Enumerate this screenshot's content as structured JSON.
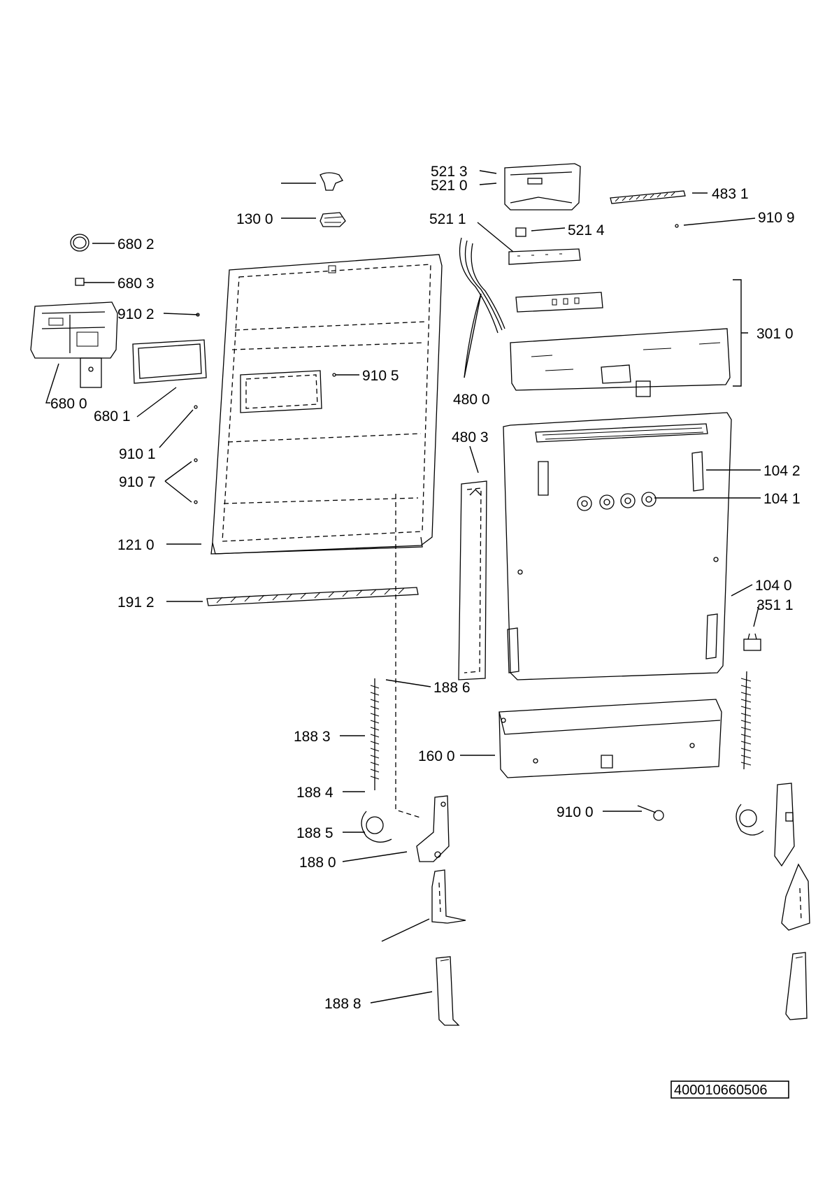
{
  "labels": {
    "l5213": "521 3",
    "l5210": "521 0",
    "l4831": "483 1",
    "l1300": "130 0",
    "l5211": "521 1",
    "l5214": "521 4",
    "l9109": "910 9",
    "l6802": "680 2",
    "l6803": "680 3",
    "l9102": "910 2",
    "l3010": "301 0",
    "l9105": "910 5",
    "l4800": "480 0",
    "l6800": "680 0",
    "l6801": "680 1",
    "l9101": "910 1",
    "l4803": "480 3",
    "l9107": "910 7",
    "l1042": "104 2",
    "l1041": "104 1",
    "l1210": "121 0",
    "l1040": "104 0",
    "l1912": "191 2",
    "l3511": "351 1",
    "l1886": "188 6",
    "l1883": "188 3",
    "l1600": "160 0",
    "l1884": "188 4",
    "l9100": "910 0",
    "l1885": "188 5",
    "l1880": "188 0",
    "l1888": "188 8"
  },
  "document_code": "400010660506"
}
